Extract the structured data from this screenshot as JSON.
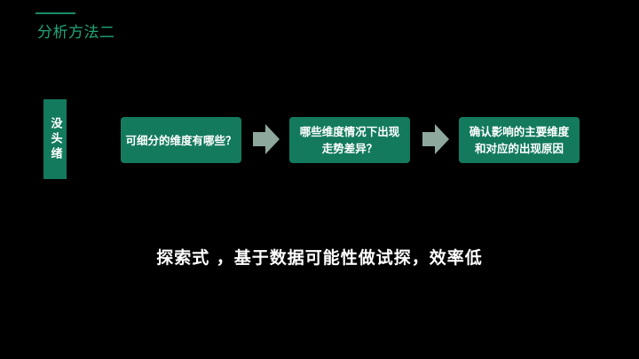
{
  "title": "分析方法二",
  "side_label": "没头绪",
  "steps": [
    "可细分的维度有哪些？",
    "哪些维度情况下出现\n走势差异？",
    "确认影响的主要维度\n和对应的出现原因"
  ],
  "footer_text": "探索式 ，基于数据可能性做试探，效率低",
  "colors": {
    "accent": "#137a5e",
    "title": "#1fa67a",
    "arrow": "#8fa89e",
    "background": "#000000"
  }
}
